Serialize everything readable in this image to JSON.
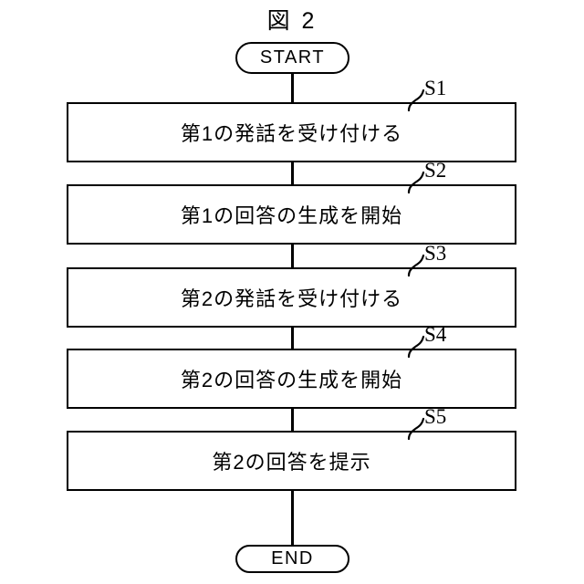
{
  "figure": {
    "title": "図 2",
    "type": "flowchart"
  },
  "nodes": {
    "start": {
      "label": "START",
      "shape": "terminal"
    },
    "end": {
      "label": "END",
      "shape": "terminal"
    }
  },
  "steps": [
    {
      "ref": "S1",
      "label": "第1の発話を受け付ける"
    },
    {
      "ref": "S2",
      "label": "第1の回答の生成を開始"
    },
    {
      "ref": "S3",
      "label": "第2の発話を受け付ける"
    },
    {
      "ref": "S4",
      "label": "第2の回答の生成を開始"
    },
    {
      "ref": "S5",
      "label": "第2の回答を提示"
    }
  ],
  "style": {
    "line_color": "#000000",
    "background": "#ffffff"
  }
}
